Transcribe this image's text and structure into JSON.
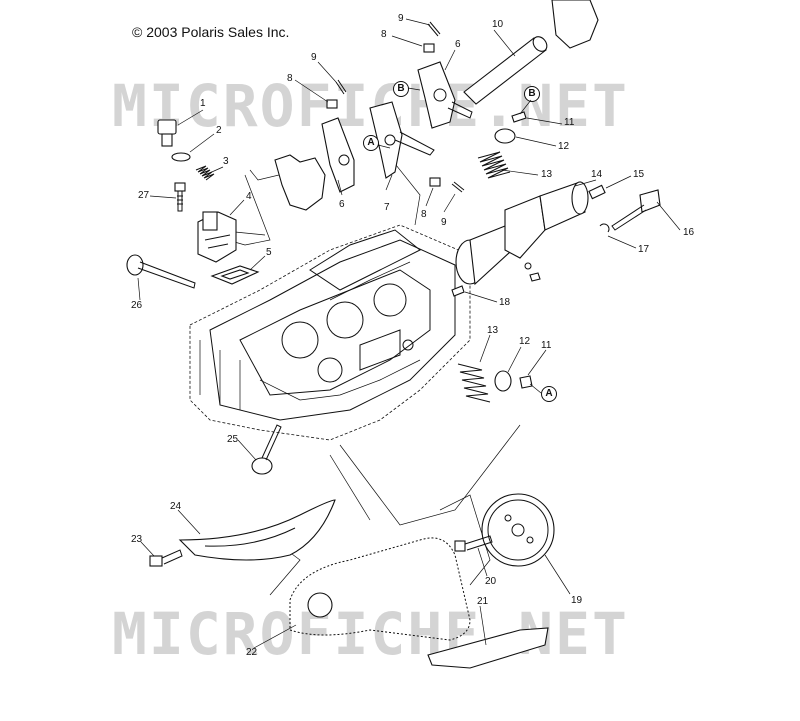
{
  "copyright": "© 2003 Polaris Sales Inc.",
  "watermark": [
    "MICROFICHE.NET",
    "MICROFICHE.NET"
  ],
  "parts": [
    {
      "id": "p1",
      "label": "1"
    },
    {
      "id": "p2",
      "label": "2"
    },
    {
      "id": "p3",
      "label": "3"
    },
    {
      "id": "p4",
      "label": "4"
    },
    {
      "id": "p5",
      "label": "5"
    },
    {
      "id": "p6a",
      "label": "6"
    },
    {
      "id": "p6b",
      "label": "6"
    },
    {
      "id": "p7",
      "label": "7"
    },
    {
      "id": "p8a",
      "label": "8"
    },
    {
      "id": "p8b",
      "label": "8"
    },
    {
      "id": "p8c",
      "label": "8"
    },
    {
      "id": "p9a",
      "label": "9"
    },
    {
      "id": "p9b",
      "label": "9"
    },
    {
      "id": "p9c",
      "label": "9"
    },
    {
      "id": "p10",
      "label": "10"
    },
    {
      "id": "p11a",
      "label": "11"
    },
    {
      "id": "p11b",
      "label": "11"
    },
    {
      "id": "p12a",
      "label": "12"
    },
    {
      "id": "p12b",
      "label": "12"
    },
    {
      "id": "p13a",
      "label": "13"
    },
    {
      "id": "p13b",
      "label": "13"
    },
    {
      "id": "p14",
      "label": "14"
    },
    {
      "id": "p15",
      "label": "15"
    },
    {
      "id": "p16",
      "label": "16"
    },
    {
      "id": "p17",
      "label": "17"
    },
    {
      "id": "p18",
      "label": "18"
    },
    {
      "id": "p19",
      "label": "19"
    },
    {
      "id": "p20",
      "label": "20"
    },
    {
      "id": "p21",
      "label": "21"
    },
    {
      "id": "p22",
      "label": "22"
    },
    {
      "id": "p23",
      "label": "23"
    },
    {
      "id": "p24",
      "label": "24"
    },
    {
      "id": "p25",
      "label": "25"
    },
    {
      "id": "p26",
      "label": "26"
    },
    {
      "id": "p27",
      "label": "27"
    }
  ],
  "markers": [
    {
      "id": "mA1",
      "label": "A"
    },
    {
      "id": "mA2",
      "label": "A"
    },
    {
      "id": "mB1",
      "label": "B"
    },
    {
      "id": "mB2",
      "label": "B"
    }
  ]
}
